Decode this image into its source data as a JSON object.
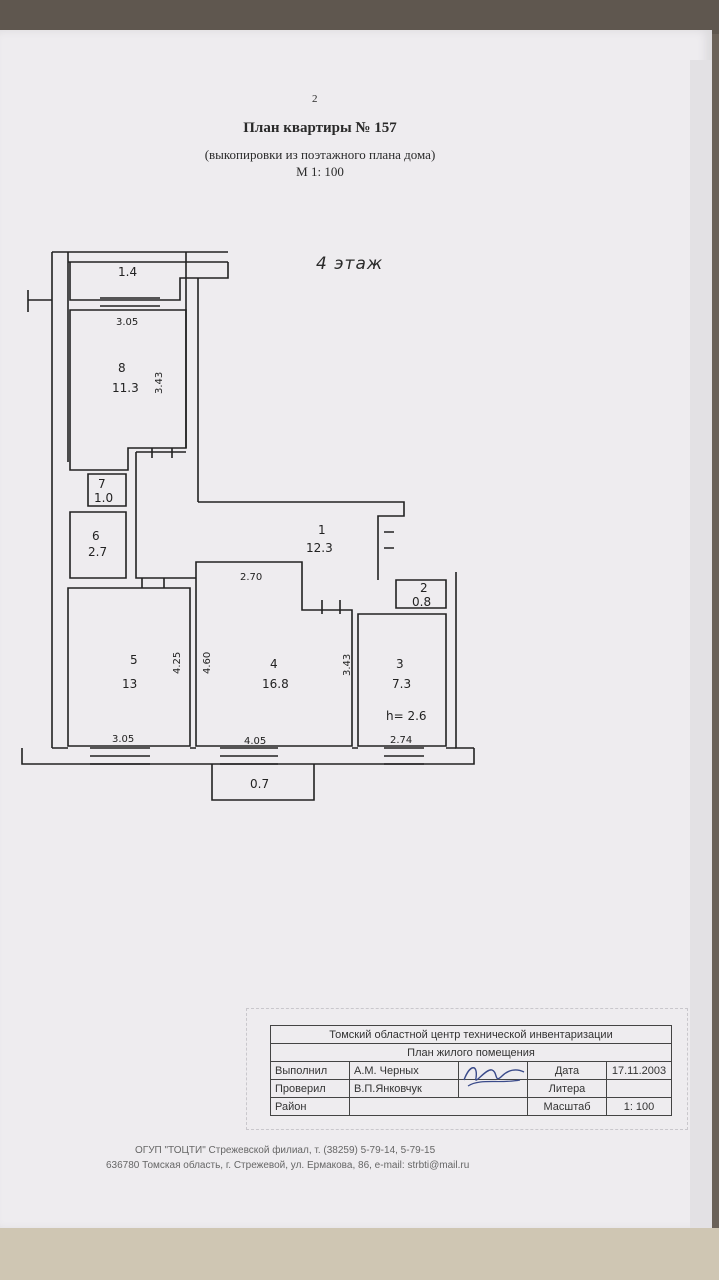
{
  "page_number": "2",
  "title": "План квартиры № 157",
  "subtitle": "(выкопировки из поэтажного плана дома)",
  "scale_label": "М 1: 100",
  "floor_note": "4 этаж",
  "rooms": {
    "balcony_top": "1.4",
    "r1_num": "1",
    "r1_area": "12.3",
    "r2_num": "2",
    "r2_area": "0.8",
    "r3_num": "3",
    "r3_area": "7.3",
    "r4_num": "4",
    "r4_area": "16.8",
    "r5_num": "5",
    "r5_area": "13",
    "r6_num": "6",
    "r6_area": "2.7",
    "r7_num": "7",
    "r7_area": "1.0",
    "r8_num": "8",
    "r8_area": "11.3",
    "balcony_bottom": "0.7",
    "ceiling_height": "h= 2.6"
  },
  "dimensions": {
    "r8_width": "3.05",
    "r8_length": "3.43",
    "r5_width": "3.05",
    "r5_length": "4.25",
    "r4_top": "2.70",
    "r4_width": "4.05",
    "r4_length": "4.60",
    "r3_width": "2.74",
    "r3_length": "3.43"
  },
  "stamp": {
    "org": "Томский областной центр технической инвентаризации",
    "doc": "План жилого помещения",
    "done_label": "Выполнил",
    "done_name": "А.М. Черных",
    "checked_label": "Проверил",
    "checked_name": "В.П.Янковчук",
    "district_label": "Район",
    "date_label": "Дата",
    "date_value": "17.11.2003",
    "letter_label": "Литера",
    "scale_label": "Масштаб",
    "scale_value": "1: 100"
  },
  "footer": {
    "line1": "ОГУП \"ТОЦТИ\" Стрежевской филиал, т. (38259) 5-79-14, 5-79-15",
    "line2": "636780 Томская область, г. Стрежевой, ул. Ермакова, 86, e-mail: strbti@mail.ru"
  }
}
